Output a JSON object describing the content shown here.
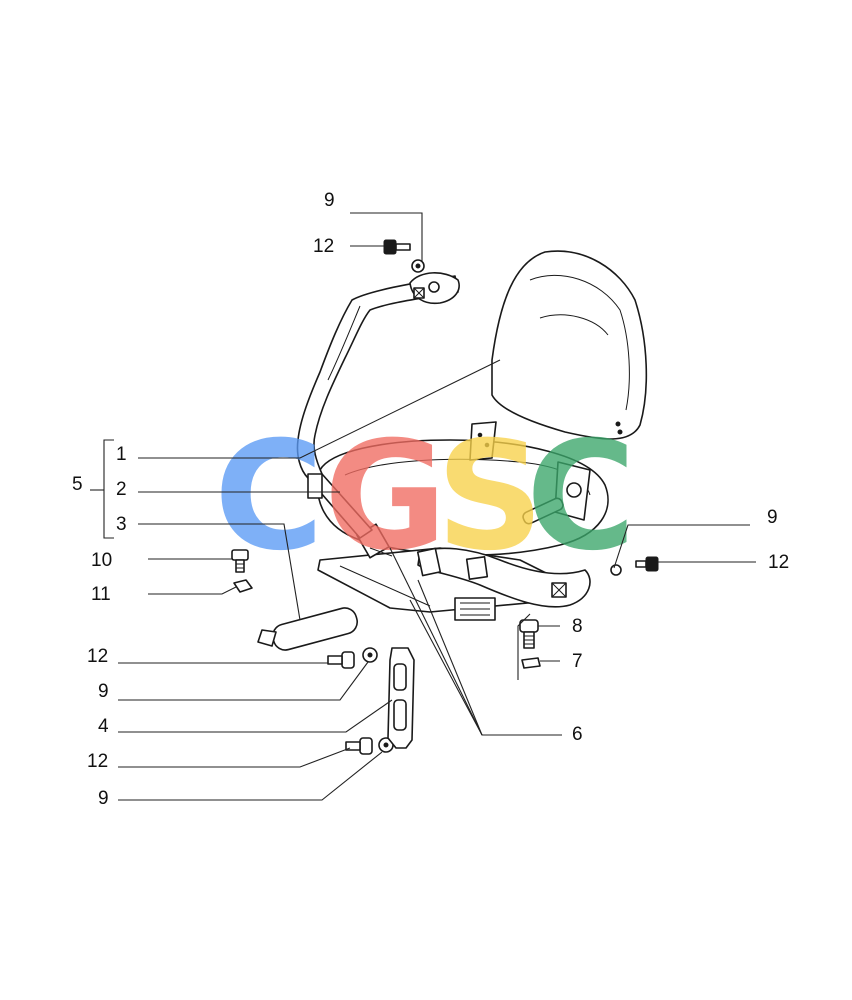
{
  "labels": {
    "l1": "1",
    "l2": "2",
    "l3": "3",
    "l4": "4",
    "l5": "5",
    "l6": "6",
    "l7": "7",
    "l8": "8",
    "l9_top": "9",
    "l9_right": "9",
    "l9_a": "9",
    "l9_b": "9",
    "l10": "10",
    "l11": "11",
    "l12_top": "12",
    "l12_right": "12",
    "l12_a": "12",
    "l12_b": "12"
  },
  "watermark": {
    "letters": [
      "C",
      "G",
      "S",
      "C"
    ],
    "colors": [
      "#5b9bf5",
      "#f06b61",
      "#f8d24a",
      "#3aa66a"
    ]
  }
}
